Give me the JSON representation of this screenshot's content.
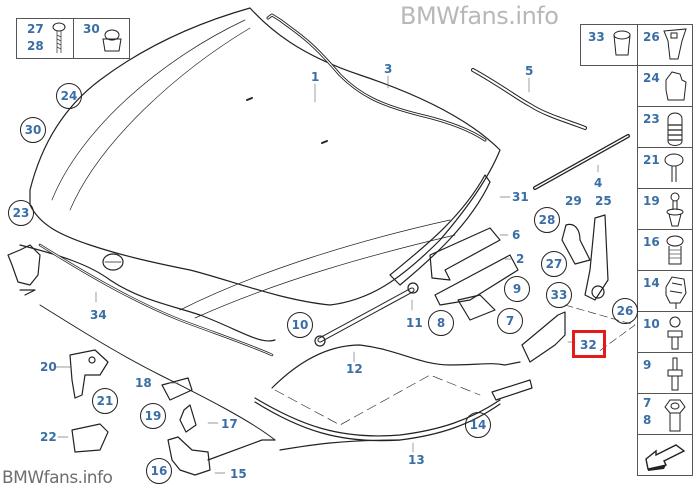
{
  "watermark": {
    "top_text": "BMWfans.info",
    "bottom_text": "BMWfans.info"
  },
  "colors": {
    "label": "#3a6ea5",
    "highlight": "#e21b1b",
    "line": "#222222",
    "watermark": "#8a8a8a"
  },
  "highlighted_part": "32",
  "legend_top_left": [
    {
      "labels": [
        "27",
        "28"
      ],
      "icon": "screw-icon"
    },
    {
      "labels": [
        "30"
      ],
      "icon": "clip-nut-icon"
    }
  ],
  "legend_right": [
    {
      "labels": [
        "33"
      ],
      "icon": "rubber-buffer-icon"
    },
    {
      "labels": [
        "26"
      ],
      "icon": "expanding-nut-icon"
    },
    {
      "labels": [
        "24"
      ],
      "icon": "clip-icon"
    },
    {
      "labels": [
        "23"
      ],
      "icon": "rubber-stop-icon"
    },
    {
      "labels": [
        "21"
      ],
      "icon": "screw-icon"
    },
    {
      "labels": [
        "19"
      ],
      "icon": "plug-rivet-icon"
    },
    {
      "labels": [
        "16"
      ],
      "icon": "bolt-icon"
    },
    {
      "labels": [
        "14"
      ],
      "icon": "cable-holder-icon"
    },
    {
      "labels": [
        "10"
      ],
      "icon": "ball-stud-icon"
    },
    {
      "labels": [
        "9"
      ],
      "icon": "stud-bolt-icon"
    },
    {
      "labels": [
        "7",
        "8"
      ],
      "icon": "hex-bolt-icon"
    },
    {
      "labels": [],
      "icon": "arrow-left-down-icon"
    }
  ],
  "callouts_plain": [
    "1",
    "3",
    "5",
    "4",
    "31",
    "29",
    "25",
    "6",
    "2",
    "11",
    "12",
    "13",
    "15",
    "17",
    "18",
    "20",
    "22",
    "34"
  ],
  "callouts_circled": [
    "24",
    "30",
    "23",
    "28",
    "27",
    "33",
    "26",
    "9",
    "8",
    "7",
    "10",
    "21",
    "19",
    "14",
    "16"
  ]
}
